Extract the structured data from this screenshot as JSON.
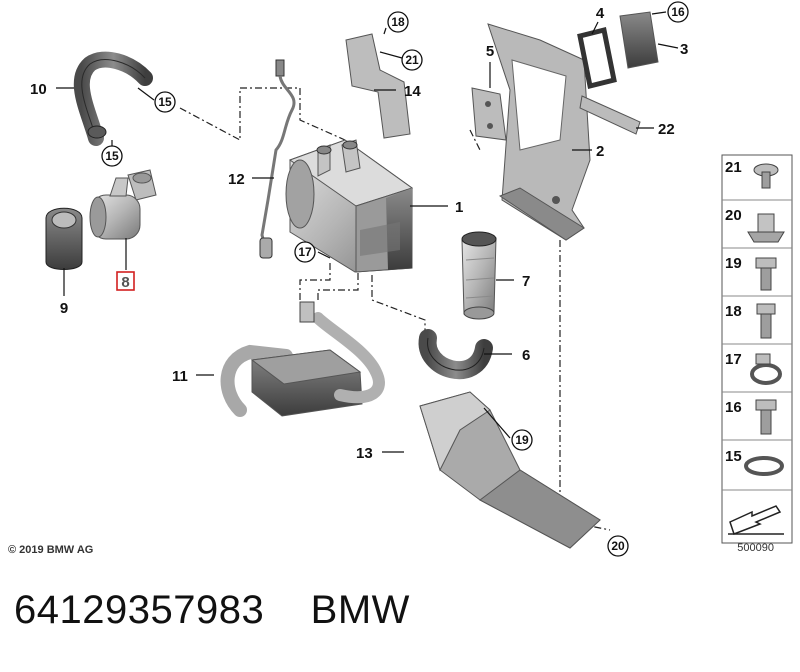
{
  "callouts": {
    "c1": "1",
    "c2": "2",
    "c3": "3",
    "c4": "4",
    "c5": "5",
    "c6": "6",
    "c7": "7",
    "c8": "8",
    "c9": "9",
    "c10": "10",
    "c11": "11",
    "c12": "12",
    "c13": "13",
    "c14": "14",
    "c15": "15",
    "c16": "16",
    "c17": "17",
    "c18": "18",
    "c19": "19",
    "c20": "20",
    "c21": "21",
    "c22": "22"
  },
  "legend": {
    "items": [
      "21",
      "20",
      "19",
      "18",
      "17",
      "16",
      "15"
    ],
    "code": "500090"
  },
  "copyright": "© 2019 BMW AG",
  "footer": {
    "part_number": "64129357983",
    "brand": "BMW"
  },
  "colors": {
    "highlight": "#d22020",
    "part_light": "#cfcfcf",
    "part_dark": "#6e6e6e"
  }
}
